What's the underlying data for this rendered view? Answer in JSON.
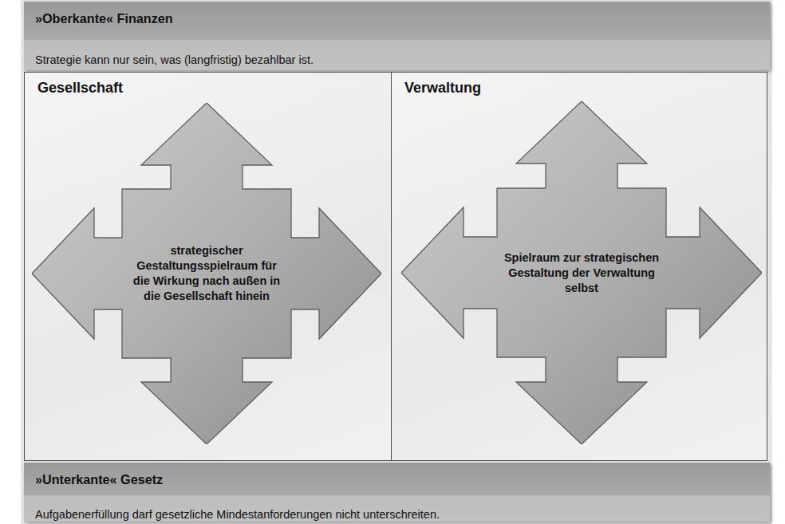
{
  "diagram": {
    "nodes": [
      {
        "text": [
          "»Oberkante« Finanzen",
          "Strategie kann nur sein, was (langfristig) bezahlbar ist."
        ]
      },
      {
        "text": [
          "Gesellschaft"
        ]
      },
      {
        "text": [
          "strategischer Gestaltungsspielraum für die Wirkung nach außen in die Gesellschaft hinein"
        ],
        "in": 1
      },
      {
        "text": [
          "Verwaltung"
        ]
      },
      {
        "text": [
          "Spielraum zur strategischen Gestaltung der Verwaltung selbst"
        ],
        "in": 3
      },
      {
        "text": [
          "»Unterkante« Gesetz",
          "Aufgabenerfüllung darf gesetzliche Mindestanforderungen nicht unterschreiten."
        ]
      }
    ]
  }
}
